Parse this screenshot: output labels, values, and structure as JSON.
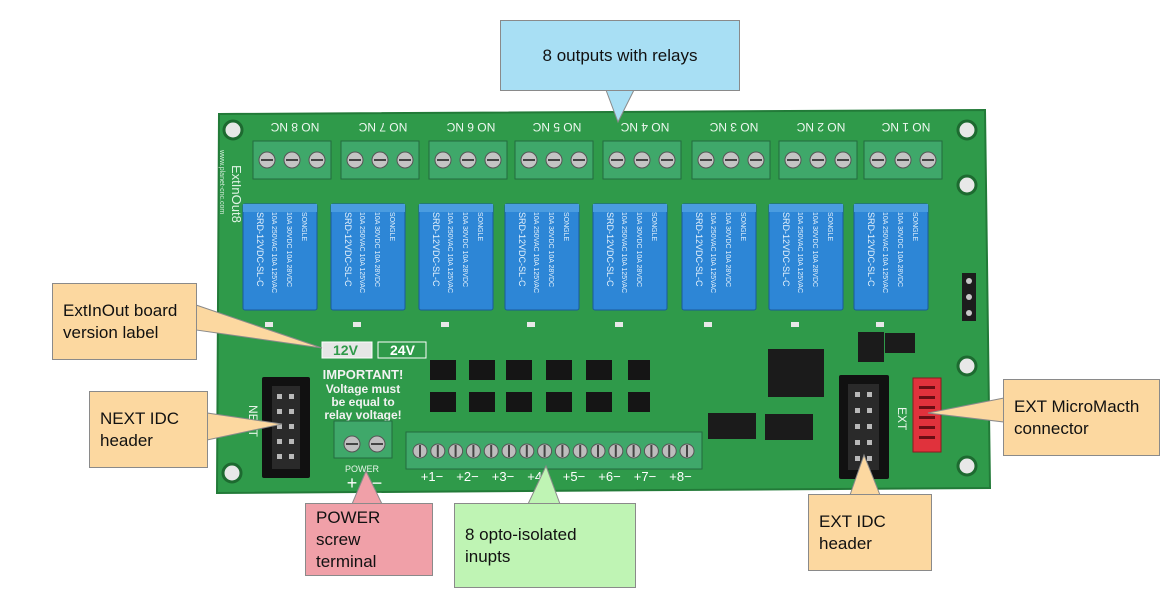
{
  "board": {
    "name_silk": "ExtInOut8",
    "url_silk": "www.planet-cnc.com",
    "voltage_options": [
      "12V",
      "24V"
    ],
    "warning_lines": [
      "IMPORTANT!",
      "Voltage must",
      "be equal to",
      "relay voltage!"
    ],
    "next_silk": "NEXT",
    "ext_silk": "EXT",
    "power_silk": "POWER",
    "power_polarity": [
      "+",
      "−"
    ],
    "output_silk": [
      "NO 8 NC",
      "NO 7 NC",
      "NO 6 NC",
      "NO 5 NC",
      "NO 4 NC",
      "NO 3 NC",
      "NO 2 NC",
      "NO 1 NC"
    ],
    "input_silk": [
      "1",
      "2",
      "3",
      "4",
      "5",
      "6",
      "7",
      "8"
    ],
    "relay_lines": [
      "SRD-12VDC-SL-C",
      "10A 250VAC 10A 125VAC",
      "10A 30VDC 10A 28VDC",
      "SONGLE"
    ]
  },
  "callouts": {
    "outputs": "8 outputs with relays",
    "version_label": [
      "ExtInOut board",
      "version label"
    ],
    "next_idc": [
      "NEXT IDC",
      "header"
    ],
    "ext_micromatch": [
      "EXT MicroMacth",
      "connector"
    ],
    "ext_idc": [
      "EXT IDC",
      "header"
    ],
    "power": [
      "POWER",
      "screw terminal"
    ],
    "inputs": "8 opto-isolated inupts"
  },
  "colors": {
    "pcb": "#2f9a4a",
    "relay": "#2d86d6",
    "terminal": "#3fa86a",
    "orange_callout": "#fcd8a0",
    "pink_callout": "#f0a0a8",
    "green_callout": "#bff4b4",
    "blue_callout": "#a8dff4"
  }
}
